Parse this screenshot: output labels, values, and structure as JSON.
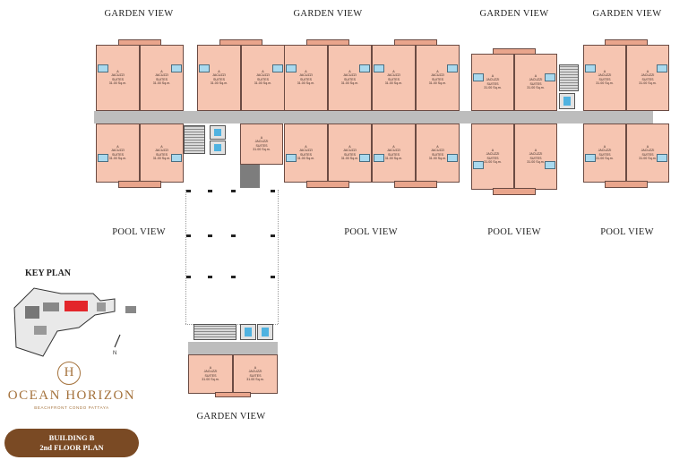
{
  "views": {
    "garden_1": "GARDEN VIEW",
    "garden_2": "GARDEN VIEW",
    "garden_3": "GARDEN VIEW",
    "garden_4": "GARDEN VIEW",
    "pool_1": "POOL VIEW",
    "pool_2": "POOL VIEW",
    "pool_3": "POOL VIEW",
    "pool_4": "POOL VIEW",
    "garden_bottom": "GARDEN VIEW"
  },
  "key_plan": {
    "title": "KEY PLAN"
  },
  "brand": {
    "monogram": "H",
    "name": "OCEAN HORIZON",
    "tagline": "BEACHFRONT CONDO PATTAYA"
  },
  "banner": {
    "line1": "BUILDING B",
    "line2": "2nd FLOOR PLAN"
  },
  "unit_text": {
    "line1": "A",
    "line2": "JACUZZI",
    "line3": "SUITES",
    "line4": "31.00 Sq.m."
  },
  "colors": {
    "unit_fill": "#f6c5b1",
    "corridor": "#bdbdbd",
    "brand_gold": "#a5733d",
    "banner_brown": "#7a4a24",
    "bathroom_blue": "#a9d9ee",
    "key_plan_highlight": "#e3262b"
  }
}
